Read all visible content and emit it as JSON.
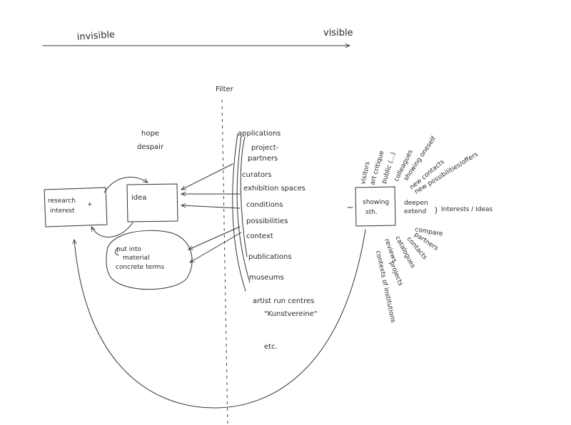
{
  "axis": {
    "left_label": "invisible",
    "right_label": "visible"
  },
  "filter_label": "Filter",
  "mood": {
    "hope": "hope",
    "despair": "despair"
  },
  "boxes": {
    "research": [
      "research",
      "interest"
    ],
    "idea": "idea",
    "material": [
      "put into",
      "material",
      "concrete terms"
    ],
    "showing": [
      "showing",
      "sth."
    ]
  },
  "filter_items": [
    "applications",
    "project-",
    "partners",
    "curators",
    "exhibition spaces",
    "conditions",
    "possibilities",
    "context",
    "publications",
    "museums",
    "artist run centres",
    "\"Kunstvereine\"",
    "etc."
  ],
  "outcomes": {
    "fan": [
      "visitors",
      "art critique",
      "public (...)",
      "colleagues",
      "showing oneself",
      "new contacts",
      "new possibilities/offers"
    ],
    "deepen": "deepen",
    "extend": "extend",
    "interests": "Interests / Ideas",
    "lower": [
      "compare",
      "partners",
      "contacts",
      "catalogues",
      "reviews",
      "contexts of institutions",
      "projects"
    ]
  },
  "colors": {
    "ink": "#2a2a2a",
    "paper": "#ffffff"
  }
}
